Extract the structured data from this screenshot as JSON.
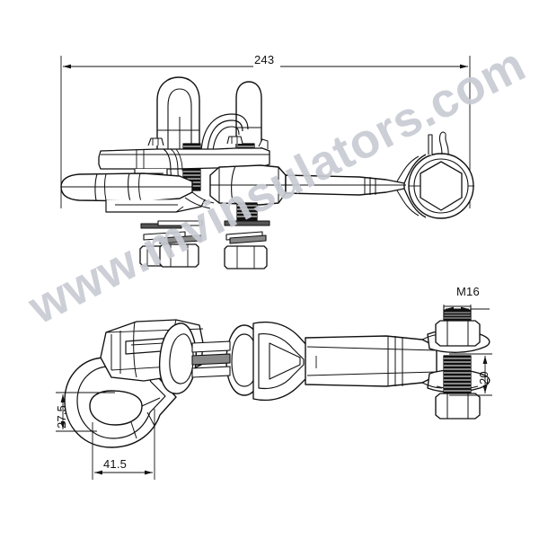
{
  "document": {
    "type": "engineering-drawing",
    "subject": "suspension clamp / ball-eye fitting assembly",
    "background_color": "#ffffff",
    "line_color": "#111111",
    "views": [
      {
        "name": "top-view",
        "label": ""
      },
      {
        "name": "bottom-view",
        "label": ""
      }
    ]
  },
  "watermark": {
    "text": "www.mvinsulators.com",
    "color": "#c9ccd4",
    "rotation_deg": -27
  },
  "dimensions": {
    "overall_length": {
      "value": "243",
      "view": "top-view",
      "orientation": "horizontal",
      "position": "top"
    },
    "hook_height": {
      "value": "27.5",
      "view": "bottom-view",
      "orientation": "vertical",
      "position": "left"
    },
    "hook_width": {
      "value": "41.5",
      "view": "bottom-view",
      "orientation": "horizontal",
      "position": "bottom"
    },
    "bolt_thread": {
      "value": "M16",
      "view": "bottom-view",
      "orientation": "horizontal",
      "position": "top-right"
    },
    "bolt_gap": {
      "value": "20",
      "view": "bottom-view",
      "orientation": "vertical",
      "position": "right"
    }
  },
  "parts": {
    "top_view": [
      "socket-eye-body",
      "cotter-pin",
      "hex-nut-eye",
      "u-bolt-left",
      "u-bolt-right",
      "threaded-stud-left",
      "threaded-stud-right",
      "flat-washer-left",
      "flat-washer-right",
      "lock-washer-left",
      "lock-washer-right",
      "hex-nut-left",
      "hex-nut-right"
    ],
    "bottom_view": [
      "hook-eye",
      "clamp-body",
      "keeper-bar",
      "bolt-assembly",
      "hex-nut-top",
      "hex-nut-bottom",
      "flat-washer-top",
      "flat-washer-bottom",
      "threaded-stud"
    ]
  }
}
